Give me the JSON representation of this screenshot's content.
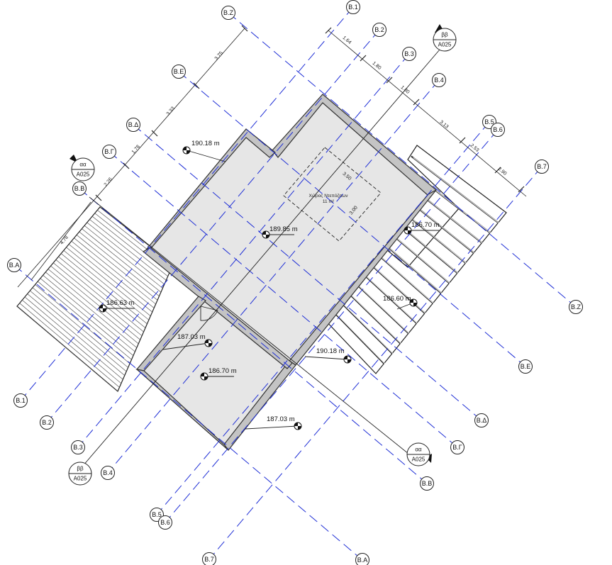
{
  "grid_bubbles": [
    {
      "id": "B.Z",
      "label": "Β.Ζ"
    },
    {
      "id": "B.E",
      "label": "Β.Ε"
    },
    {
      "id": "B.D",
      "label": "Β.Δ"
    },
    {
      "id": "B.G",
      "label": "Β.Γ"
    },
    {
      "id": "B.B",
      "label": "Β.Β"
    },
    {
      "id": "B.A",
      "label": "Β.Α"
    },
    {
      "id": "B.1",
      "label": "Β.1"
    },
    {
      "id": "B.2",
      "label": "Β.2"
    },
    {
      "id": "B.3",
      "label": "Β.3"
    },
    {
      "id": "B.4",
      "label": "Β.4"
    },
    {
      "id": "B.5",
      "label": "Β.5"
    },
    {
      "id": "B.6",
      "label": "Β.6"
    },
    {
      "id": "B.7",
      "label": "Β.7"
    }
  ],
  "dimensions": {
    "left_chain": [
      "3.75",
      "3.33",
      "1.78",
      "2.26"
    ],
    "top_chain": [
      "1.64",
      "1.80",
      "1.80",
      "3.13",
      "2.53",
      "2.90"
    ],
    "left_terrace": "4.78",
    "room_w": "3.50",
    "room_h": "3.00"
  },
  "levels": [
    {
      "id": "lv1",
      "value": "190.18 m"
    },
    {
      "id": "lv2",
      "value": "189.85 m"
    },
    {
      "id": "lv3",
      "value": "186.70 m"
    },
    {
      "id": "lv4",
      "value": "186.63 m"
    },
    {
      "id": "lv5",
      "value": "186.60 m"
    },
    {
      "id": "lv6",
      "value": "187.03 m"
    },
    {
      "id": "lv7",
      "value": "186.70 m"
    },
    {
      "id": "lv8",
      "value": "190.18 m"
    },
    {
      "id": "lv9",
      "value": "187.03 m"
    }
  ],
  "room": {
    "name": "Χώρος Ντεπόζιτων",
    "area": "11 m²"
  },
  "sections": {
    "bb": {
      "mark": "ββ",
      "sheet": "A025"
    },
    "aa": {
      "mark": "αα",
      "sheet": "A025"
    }
  }
}
